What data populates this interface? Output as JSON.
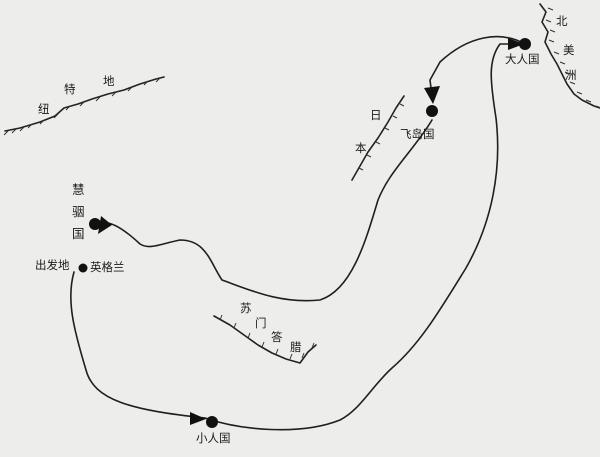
{
  "map": {
    "places": {
      "newyork": [
        "纽",
        "特",
        "地"
      ],
      "america": [
        "北",
        "美",
        "洲"
      ],
      "japan": [
        "日",
        "本"
      ],
      "sumatra": [
        "苏",
        "门",
        "答",
        "腊"
      ],
      "houyhnhnm": [
        "慧",
        "骃",
        "国"
      ],
      "start": "出发地",
      "england": "英格兰",
      "lilliput": "小人国",
      "brobdingnag": "大人国",
      "laputa": "飞岛国"
    },
    "colors": {
      "background": "#ededeb",
      "ink": "#1f1f1f"
    },
    "icons": {
      "city": "filled-circle",
      "direction": "triangle-arrow"
    }
  }
}
